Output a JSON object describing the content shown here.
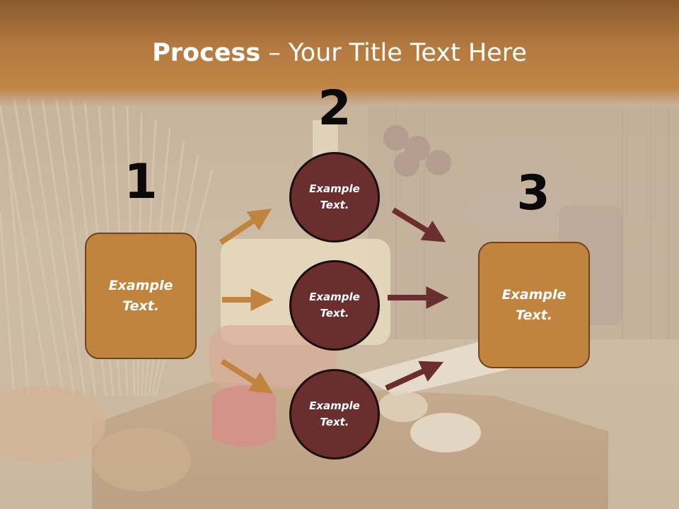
{
  "title": {
    "bold": "Process",
    "rest": " – Your Title Text Here"
  },
  "steps": [
    {
      "number": "1",
      "box_label": "Example Text."
    },
    {
      "number": "2",
      "circles": [
        "Example Text.",
        "Example Text.",
        "Example Text."
      ]
    },
    {
      "number": "3",
      "box_label": "Example Text."
    }
  ],
  "colors": {
    "title_band": "#bf8446",
    "box_fill": "#c0843f",
    "circle_fill": "#6a2e2f",
    "arrow_in": "#c0843f",
    "arrow_out": "#6a2e2f"
  }
}
